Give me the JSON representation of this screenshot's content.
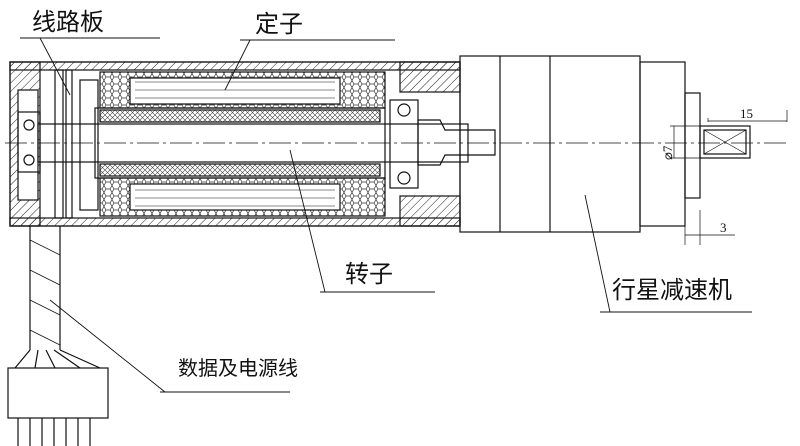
{
  "labels": {
    "circuit_board": "线路板",
    "stator": "定子",
    "rotor": "转子",
    "planetary_gearbox": "行星减速机",
    "data_power_cable": "数据及电源线"
  },
  "dimensions": {
    "shaft_diameter": "⌀7",
    "shaft_length": "15",
    "shoulder": "3"
  }
}
